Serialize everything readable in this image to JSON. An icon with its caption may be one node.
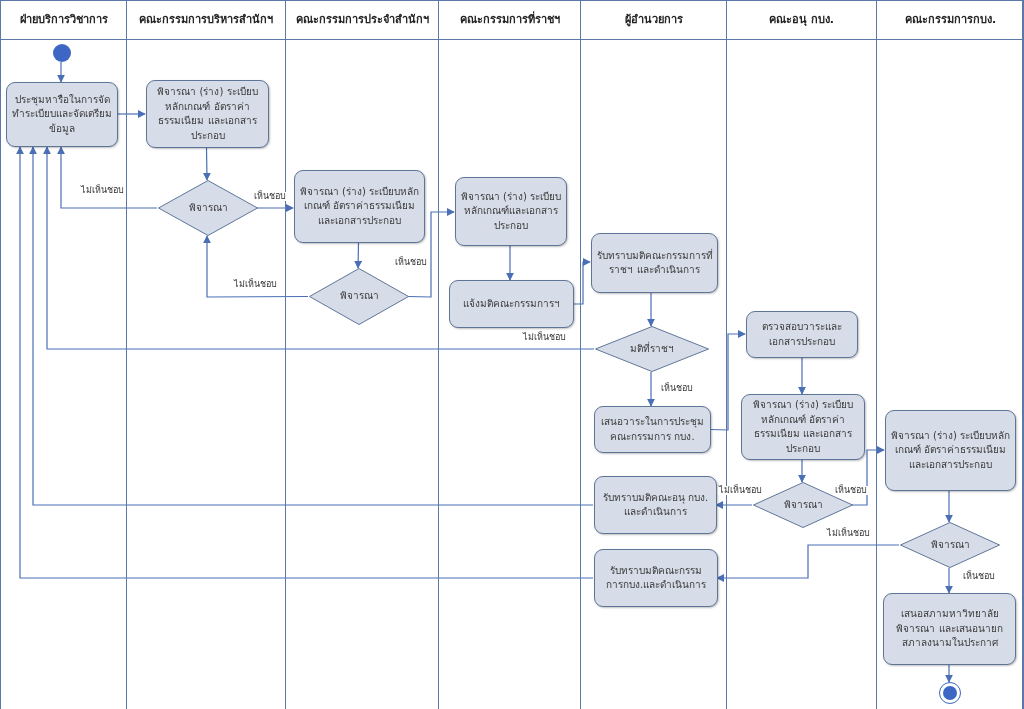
{
  "diagram": {
    "nodes": [
      {
        "text": [
          "ฝ่ายบริการวิชาการ"
        ]
      },
      {
        "text": [
          "คณะกรรมการบริหารสำนักฯ"
        ]
      },
      {
        "text": [
          "คณะกรรมการประจำสำนักฯ"
        ]
      },
      {
        "text": [
          "คณะกรรมการที่ราชฯ"
        ]
      },
      {
        "text": [
          "ผู้อำนวยการ"
        ]
      },
      {
        "text": [
          "คณะอนุ กบง."
        ]
      },
      {
        "text": [
          "คณะกรรมการกบง."
        ]
      },
      {
        "text": [],
        "shape": "circle",
        "in": 0
      },
      {
        "text": [
          "ประชุมหารือในการจัดทำระเบียบและจัดเตรียมข้อมูล"
        ],
        "in": 0
      },
      {
        "text": [
          "พิจารณา (ร่าง) ระเบียบหลักเกณฑ์ อัตราค่าธรรมเนียม และเอกสารประกอบ"
        ],
        "in": 1
      },
      {
        "text": [
          "พิจารณา"
        ],
        "in": 1
      },
      {
        "text": [
          "พิจารณา (ร่าง) ระเบียบหลักเกณฑ์ อัตราค่าธรรมเนียม และเอกสารประกอบ"
        ],
        "in": 2
      },
      {
        "text": [
          "พิจารณา"
        ],
        "in": 2
      },
      {
        "text": [
          "พิจารณา (ร่าง) ระเบียบหลักเกณฑ์และเอกสารประกอบ"
        ],
        "in": 3
      },
      {
        "text": [
          "แจ้งมติคณะกรรมการฯ"
        ],
        "in": 3
      },
      {
        "text": [
          "รับทราบมติคณะกรรมการที่ราชฯ และดำเนินการ"
        ],
        "in": 4
      },
      {
        "text": [
          "มติที่ราชฯ"
        ],
        "in": 4
      },
      {
        "text": [
          "เสนอวาระในการประชุมคณะกรรมการ กบง."
        ],
        "in": 4
      },
      {
        "text": [
          "ตรวจสอบวาระและเอกสารประกอบ"
        ],
        "in": 5
      },
      {
        "text": [
          "พิจารณา (ร่าง) ระเบียบหลักเกณฑ์ อัตราค่าธรรมเนียม และเอกสารประกอบ"
        ],
        "in": 5
      },
      {
        "text": [
          "พิจารณา"
        ],
        "in": 5
      },
      {
        "text": [
          "รับทราบมติคณะอนุ กบง. และดำเนินการ"
        ],
        "in": 4
      },
      {
        "text": [
          "พิจารณา (ร่าง) ระเบียบหลักเกณฑ์ อัตราค่าธรรมเนียม และเอกสารประกอบ"
        ],
        "in": 6
      },
      {
        "text": [
          "พิจารณา"
        ],
        "in": 6
      },
      {
        "text": [
          "รับทราบมติคณะกรรมการกบง.และดำเนินการ"
        ],
        "in": 4
      },
      {
        "text": [
          "เสนอสภามหาวิทยาลัยพิจารณา และเสนอนายกสภาลงนามในประกาศ"
        ],
        "in": 6
      },
      {
        "text": [],
        "shape": "circle",
        "in": 6
      }
    ],
    "edges": [
      {
        "from": 7,
        "to": 8,
        "arrow": "to"
      },
      {
        "from": 8,
        "to": 9,
        "arrow": "to"
      },
      {
        "from": 9,
        "to": 10,
        "arrow": "to"
      },
      {
        "from": 10,
        "to": 8,
        "arrow": "to",
        "label": "ไม่เห็นชอบ"
      },
      {
        "from": 10,
        "to": 11,
        "arrow": "to",
        "label": "เห็นชอบ"
      },
      {
        "from": 11,
        "to": 12,
        "arrow": "to"
      },
      {
        "from": 12,
        "to": 10,
        "arrow": "to",
        "label": "ไม่เห็นชอบ"
      },
      {
        "from": 12,
        "to": 13,
        "arrow": "to",
        "label": "เห็นชอบ"
      },
      {
        "from": 13,
        "to": 14,
        "arrow": "to"
      },
      {
        "from": 14,
        "to": 15,
        "arrow": "to"
      },
      {
        "from": 15,
        "to": 16,
        "arrow": "to"
      },
      {
        "from": 16,
        "to": 8,
        "arrow": "to",
        "label": "ไม่เห็นชอบ"
      },
      {
        "from": 16,
        "to": 17,
        "arrow": "to",
        "label": "เห็นชอบ"
      },
      {
        "from": 17,
        "to": 18,
        "arrow": "to"
      },
      {
        "from": 18,
        "to": 19,
        "arrow": "to"
      },
      {
        "from": 19,
        "to": 20,
        "arrow": "to"
      },
      {
        "from": 20,
        "to": 21,
        "arrow": "to",
        "label": "ไม่เห็นชอบ"
      },
      {
        "from": 20,
        "to": 22,
        "arrow": "to",
        "label": "เห็นชอบ"
      },
      {
        "from": 21,
        "to": 8,
        "arrow": "to"
      },
      {
        "from": 22,
        "to": 23,
        "arrow": "to"
      },
      {
        "from": 23,
        "to": 24,
        "arrow": "to",
        "label": "ไม่เห็นชอบ"
      },
      {
        "from": 23,
        "to": 25,
        "arrow": "to",
        "label": "เห็นชอบ"
      },
      {
        "from": 24,
        "to": 8,
        "arrow": "to"
      },
      {
        "from": 25,
        "to": 26,
        "arrow": "to"
      }
    ]
  }
}
